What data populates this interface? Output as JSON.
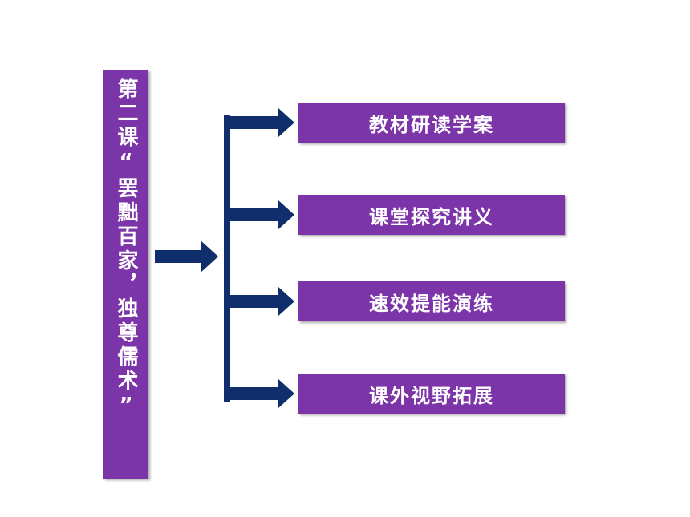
{
  "title": "第二课“罢黜百家，独尊儒术”",
  "items": [
    {
      "label": "教材研读学案"
    },
    {
      "label": "课堂探究讲义"
    },
    {
      "label": "速效提能演练"
    },
    {
      "label": "课外视野拓展"
    }
  ],
  "colors": {
    "box": "#7b35a8",
    "arrow": "#0f2e6b",
    "text": "#ffffff"
  }
}
